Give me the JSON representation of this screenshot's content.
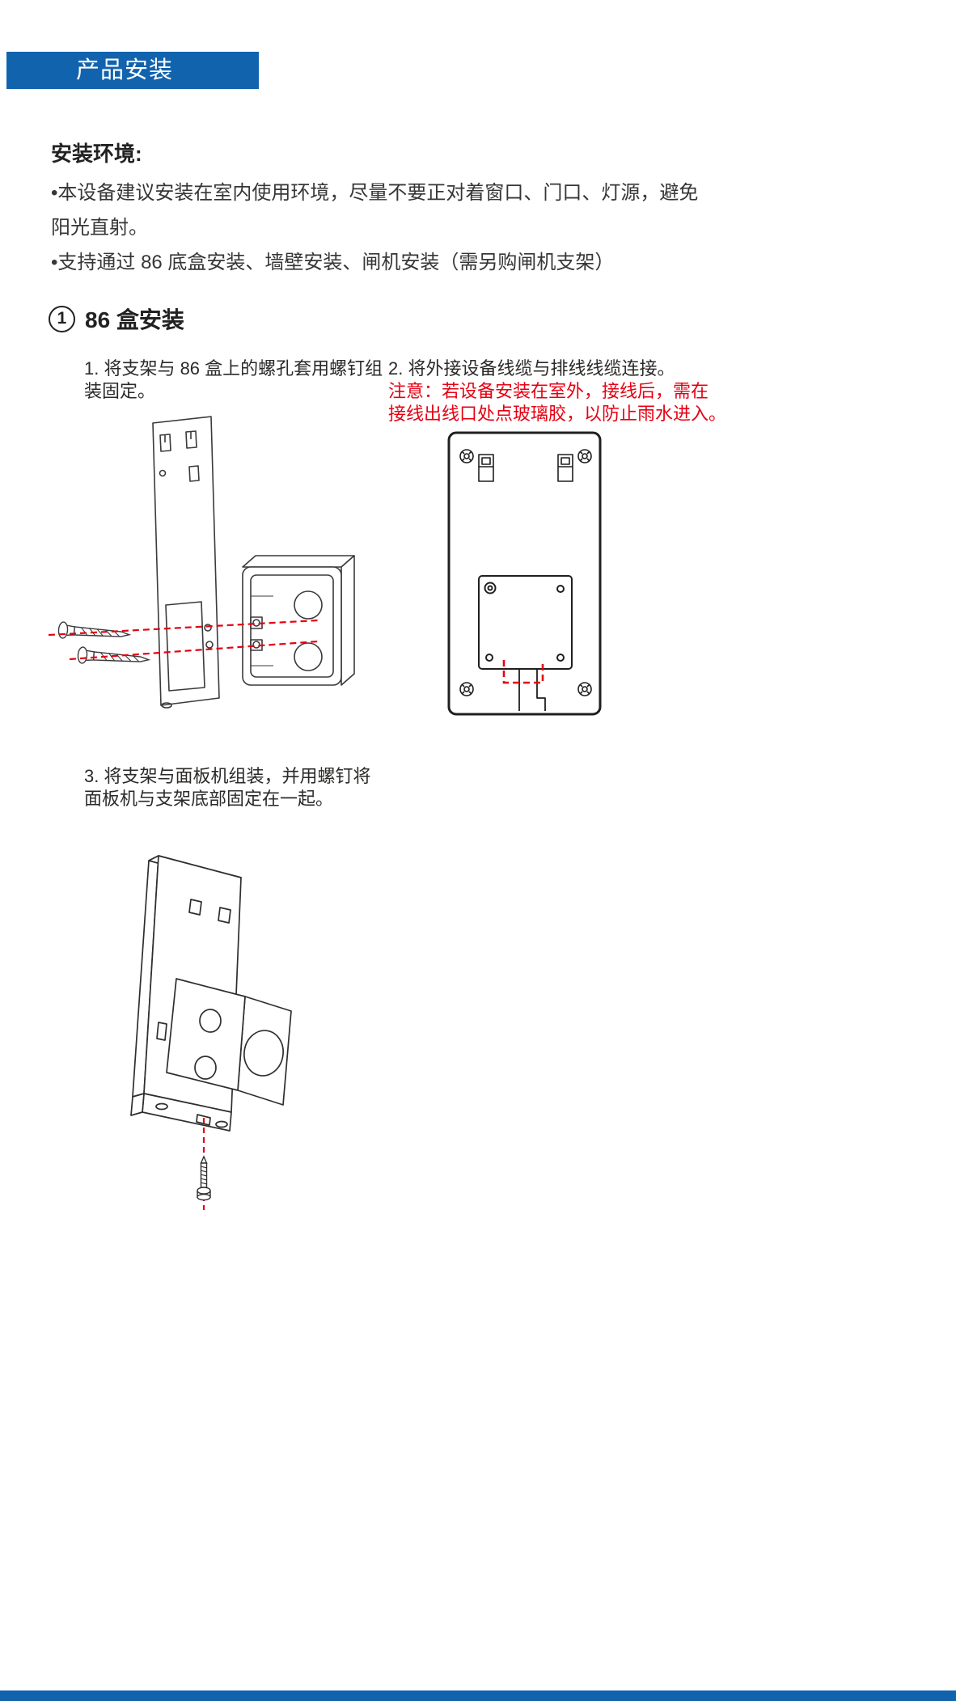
{
  "header": {
    "title": "产品安装"
  },
  "environment": {
    "heading": "安装环境:",
    "bullet1_line1": "•本设备建议安装在室内使用环境，尽量不要正对着窗口、门口、灯源，避免",
    "bullet1_line2": "阳光直射。",
    "bullet2": "•支持通过 86 底盒安装、墙壁安装、闸机安装（需另购闸机支架）"
  },
  "section": {
    "number": "1",
    "title": "86 盒安装",
    "steps": {
      "step1": {
        "line1": "1. 将支架与 86 盒上的螺孔套用螺钉组",
        "line2": "装固定。"
      },
      "step2": {
        "line1": "2. 将外接设备线缆与排线线缆连接。",
        "note_line1": "注意：若设备安装在室外，接线后，需在",
        "note_line2": "接线出线口处点玻璃胶，以防止雨水进入。"
      },
      "step3": {
        "line1": "3. 将支架与面板机组装，并用螺钉将",
        "line2": "面板机与支架底部固定在一起。"
      }
    }
  },
  "illustrations": {
    "step1_diagram": "mounting-bracket-screws-86-box",
    "step2_diagram": "device-back-panel-cable-outlet",
    "step3_diagram": "assembled-device-bottom-screw"
  },
  "colors": {
    "header_bg": "#1263ae",
    "footer_bg": "#1263ae",
    "note_red": "#e60012",
    "text": "#2b2a29",
    "line_art": "#3a3a3a"
  }
}
